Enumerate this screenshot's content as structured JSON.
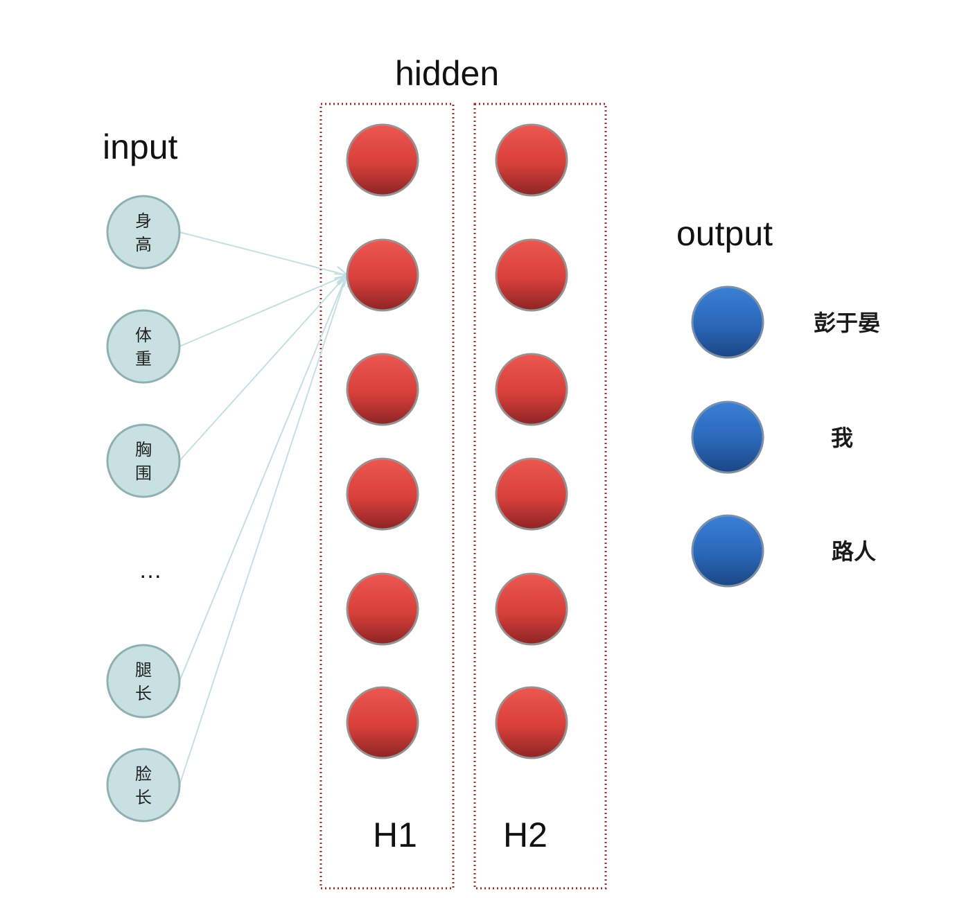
{
  "titles": {
    "input": "input",
    "hidden": "hidden",
    "output": "output"
  },
  "hidden_layers": [
    {
      "label": "H1",
      "node_count": 6
    },
    {
      "label": "H2",
      "node_count": 6
    }
  ],
  "input_nodes": [
    {
      "id": "height",
      "lines": [
        "身",
        "高"
      ]
    },
    {
      "id": "weight",
      "lines": [
        "体",
        "重"
      ]
    },
    {
      "id": "chest",
      "lines": [
        "胸",
        "围"
      ]
    },
    {
      "id": "leg-length",
      "lines": [
        "腿",
        "长"
      ]
    },
    {
      "id": "face-length",
      "lines": [
        "脸",
        "长"
      ]
    }
  ],
  "ellipsis": "…",
  "output_nodes": [
    {
      "id": "peng-yuyan",
      "label": "彭于晏"
    },
    {
      "id": "me",
      "label": "我"
    },
    {
      "id": "passerby",
      "label": "路人"
    }
  ],
  "colors": {
    "input_fill": "#c9e0e2",
    "input_stroke": "#8fb0b3",
    "hidden_top": "#e8514b",
    "hidden_bottom": "#8e2424",
    "output_top": "#3578cf",
    "output_bottom": "#1b4a8a",
    "box_stroke": "#a52a2a",
    "edge": "#c4dfe3"
  }
}
